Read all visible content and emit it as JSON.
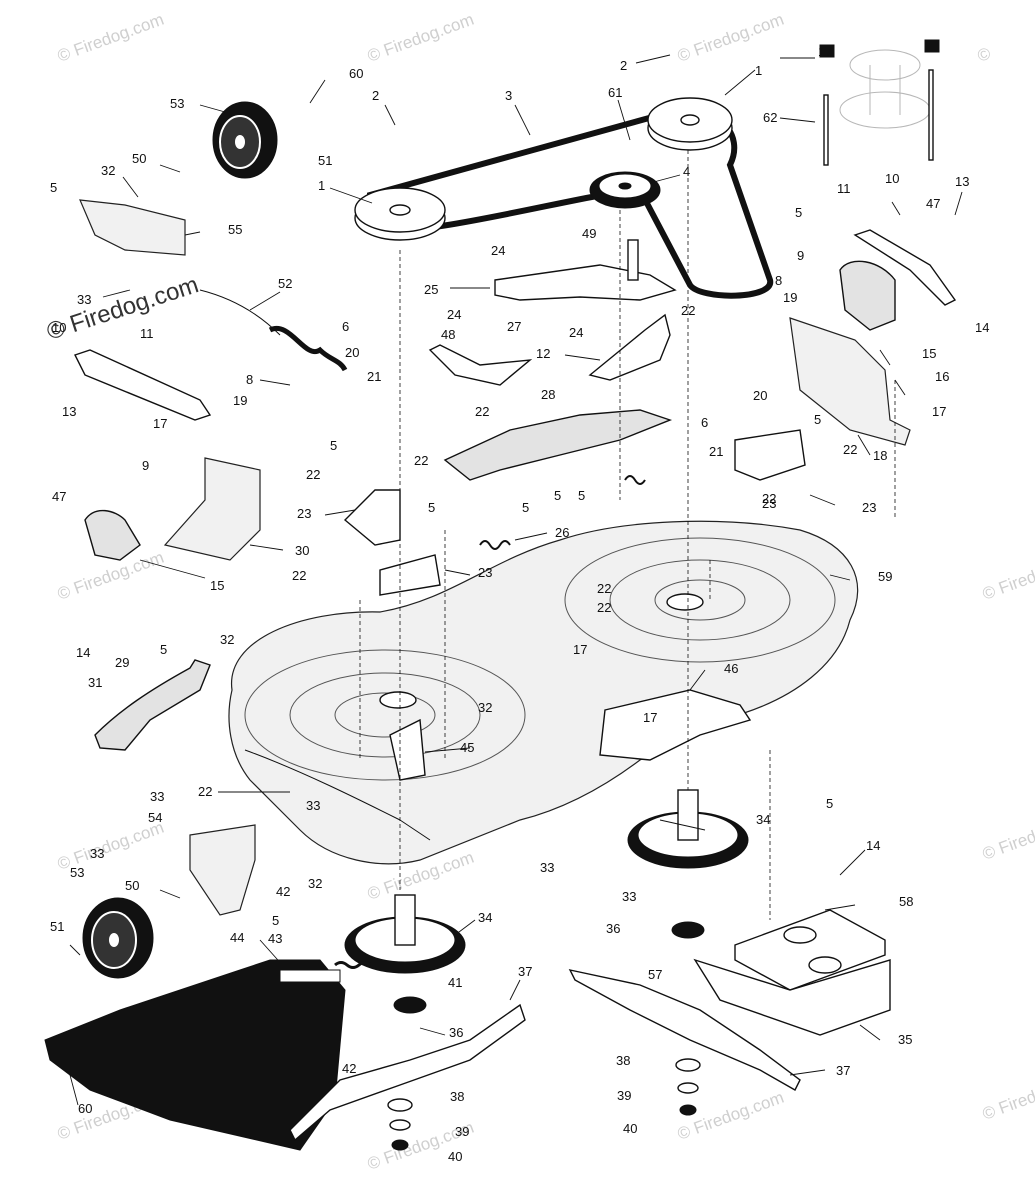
{
  "watermark": {
    "text": "Firedog.com",
    "symbol": "©"
  },
  "callouts": [
    {
      "id": "c1",
      "text": "1"
    },
    {
      "id": "c2",
      "text": "1"
    },
    {
      "id": "c3",
      "text": "2"
    },
    {
      "id": "c4",
      "text": "2"
    },
    {
      "id": "c5",
      "text": "3"
    },
    {
      "id": "c6",
      "text": "4"
    },
    {
      "id": "c7",
      "text": "5"
    },
    {
      "id": "c8",
      "text": "5"
    },
    {
      "id": "c9",
      "text": "5"
    },
    {
      "id": "c10",
      "text": "5"
    },
    {
      "id": "c11",
      "text": "5"
    },
    {
      "id": "c12",
      "text": "5"
    },
    {
      "id": "c13",
      "text": "5"
    },
    {
      "id": "c14",
      "text": "5"
    },
    {
      "id": "c15",
      "text": "5"
    },
    {
      "id": "c16",
      "text": "5"
    },
    {
      "id": "c17",
      "text": "5"
    },
    {
      "id": "c18",
      "text": "6"
    },
    {
      "id": "c19",
      "text": "6"
    },
    {
      "id": "c20",
      "text": "8"
    },
    {
      "id": "c21",
      "text": "8"
    },
    {
      "id": "c22",
      "text": "9"
    },
    {
      "id": "c23",
      "text": "9"
    },
    {
      "id": "c24",
      "text": "10"
    },
    {
      "id": "c25",
      "text": "10"
    },
    {
      "id": "c26",
      "text": "11"
    },
    {
      "id": "c27",
      "text": "11"
    },
    {
      "id": "c28",
      "text": "12"
    },
    {
      "id": "c29",
      "text": "13"
    },
    {
      "id": "c30",
      "text": "13"
    },
    {
      "id": "c31",
      "text": "14"
    },
    {
      "id": "c32",
      "text": "14"
    },
    {
      "id": "c33",
      "text": "14"
    },
    {
      "id": "c34",
      "text": "15"
    },
    {
      "id": "c35",
      "text": "15"
    },
    {
      "id": "c36",
      "text": "16"
    },
    {
      "id": "c37",
      "text": "17"
    },
    {
      "id": "c38",
      "text": "17"
    },
    {
      "id": "c39",
      "text": "17"
    },
    {
      "id": "c40",
      "text": "17"
    },
    {
      "id": "c41",
      "text": "17"
    },
    {
      "id": "c42",
      "text": "18"
    },
    {
      "id": "c43",
      "text": "19"
    },
    {
      "id": "c44",
      "text": "19"
    },
    {
      "id": "c45",
      "text": "20"
    },
    {
      "id": "c46",
      "text": "20"
    },
    {
      "id": "c47",
      "text": "21"
    },
    {
      "id": "c48",
      "text": "21"
    },
    {
      "id": "c49",
      "text": "22"
    },
    {
      "id": "c50",
      "text": "22"
    },
    {
      "id": "c51",
      "text": "22"
    },
    {
      "id": "c52",
      "text": "22"
    },
    {
      "id": "c53",
      "text": "22"
    },
    {
      "id": "c54",
      "text": "22"
    },
    {
      "id": "c55",
      "text": "22"
    },
    {
      "id": "c56",
      "text": "22"
    },
    {
      "id": "c57",
      "text": "22"
    },
    {
      "id": "c58",
      "text": "22"
    },
    {
      "id": "c59",
      "text": "23"
    },
    {
      "id": "c60",
      "text": "23"
    },
    {
      "id": "c61",
      "text": "23"
    },
    {
      "id": "c62",
      "text": "23"
    },
    {
      "id": "c63",
      "text": "24"
    },
    {
      "id": "c64",
      "text": "24"
    },
    {
      "id": "c65",
      "text": "24"
    },
    {
      "id": "c66",
      "text": "25"
    },
    {
      "id": "c67",
      "text": "26"
    },
    {
      "id": "c68",
      "text": "27"
    },
    {
      "id": "c69",
      "text": "28"
    },
    {
      "id": "c70",
      "text": "29"
    },
    {
      "id": "c71",
      "text": "30"
    },
    {
      "id": "c72",
      "text": "31"
    },
    {
      "id": "c73",
      "text": "32"
    },
    {
      "id": "c74",
      "text": "32"
    },
    {
      "id": "c75",
      "text": "32"
    },
    {
      "id": "c76",
      "text": "32"
    },
    {
      "id": "c77",
      "text": "33"
    },
    {
      "id": "c78",
      "text": "33"
    },
    {
      "id": "c79",
      "text": "33"
    },
    {
      "id": "c80",
      "text": "33"
    },
    {
      "id": "c81",
      "text": "33"
    },
    {
      "id": "c82",
      "text": "33"
    },
    {
      "id": "c83",
      "text": "34"
    },
    {
      "id": "c84",
      "text": "34"
    },
    {
      "id": "c85",
      "text": "35"
    },
    {
      "id": "c86",
      "text": "36"
    },
    {
      "id": "c87",
      "text": "36"
    },
    {
      "id": "c88",
      "text": "37"
    },
    {
      "id": "c89",
      "text": "37"
    },
    {
      "id": "c90",
      "text": "38"
    },
    {
      "id": "c91",
      "text": "38"
    },
    {
      "id": "c92",
      "text": "39"
    },
    {
      "id": "c93",
      "text": "39"
    },
    {
      "id": "c94",
      "text": "40"
    },
    {
      "id": "c95",
      "text": "40"
    },
    {
      "id": "c96",
      "text": "41"
    },
    {
      "id": "c97",
      "text": "42"
    },
    {
      "id": "c98",
      "text": "42"
    },
    {
      "id": "c99",
      "text": "43"
    },
    {
      "id": "c100",
      "text": "44"
    },
    {
      "id": "c101",
      "text": "45"
    },
    {
      "id": "c102",
      "text": "46"
    },
    {
      "id": "c103",
      "text": "47"
    },
    {
      "id": "c104",
      "text": "47"
    },
    {
      "id": "c105",
      "text": "48"
    },
    {
      "id": "c106",
      "text": "49"
    },
    {
      "id": "c107",
      "text": "50"
    },
    {
      "id": "c108",
      "text": "50"
    },
    {
      "id": "c109",
      "text": "51"
    },
    {
      "id": "c110",
      "text": "51"
    },
    {
      "id": "c111",
      "text": "52"
    },
    {
      "id": "c112",
      "text": "53"
    },
    {
      "id": "c113",
      "text": "53"
    },
    {
      "id": "c114",
      "text": "54"
    },
    {
      "id": "c115",
      "text": "55"
    },
    {
      "id": "c116",
      "text": "57"
    },
    {
      "id": "c117",
      "text": "58"
    },
    {
      "id": "c118",
      "text": "59"
    },
    {
      "id": "c119",
      "text": "60"
    },
    {
      "id": "c120",
      "text": "60"
    },
    {
      "id": "c121",
      "text": "61"
    },
    {
      "id": "c122",
      "text": "62"
    }
  ]
}
